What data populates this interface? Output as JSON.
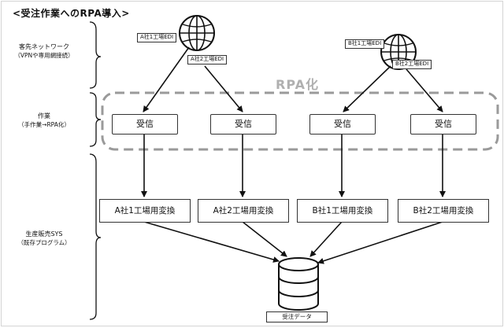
{
  "title": "<受注作業へのRPA導入>",
  "layers": {
    "network": {
      "label": "客先ネットワーク",
      "sub": "（VPNや専用網接続）"
    },
    "work": {
      "label": "作業",
      "sub": "（手作業→RPA化）"
    },
    "sys": {
      "label": "生産販売SYS",
      "sub": "（既存プログラム）"
    }
  },
  "edi": {
    "a1": "A社1工場EDI",
    "a2": "A社2工場EDI",
    "b1": "B社1工場EDI",
    "b2": "B社2工場EDI"
  },
  "rpa_label": "RPA化",
  "receive": [
    "受信",
    "受信",
    "受信",
    "受信"
  ],
  "convert": [
    "A社1工場用変換",
    "A社2工場用変換",
    "B社1工場用変換",
    "B社2工場用変換"
  ],
  "database_label": "受注データ",
  "icons": {
    "network": "globe-icon",
    "database": "database-icon"
  }
}
